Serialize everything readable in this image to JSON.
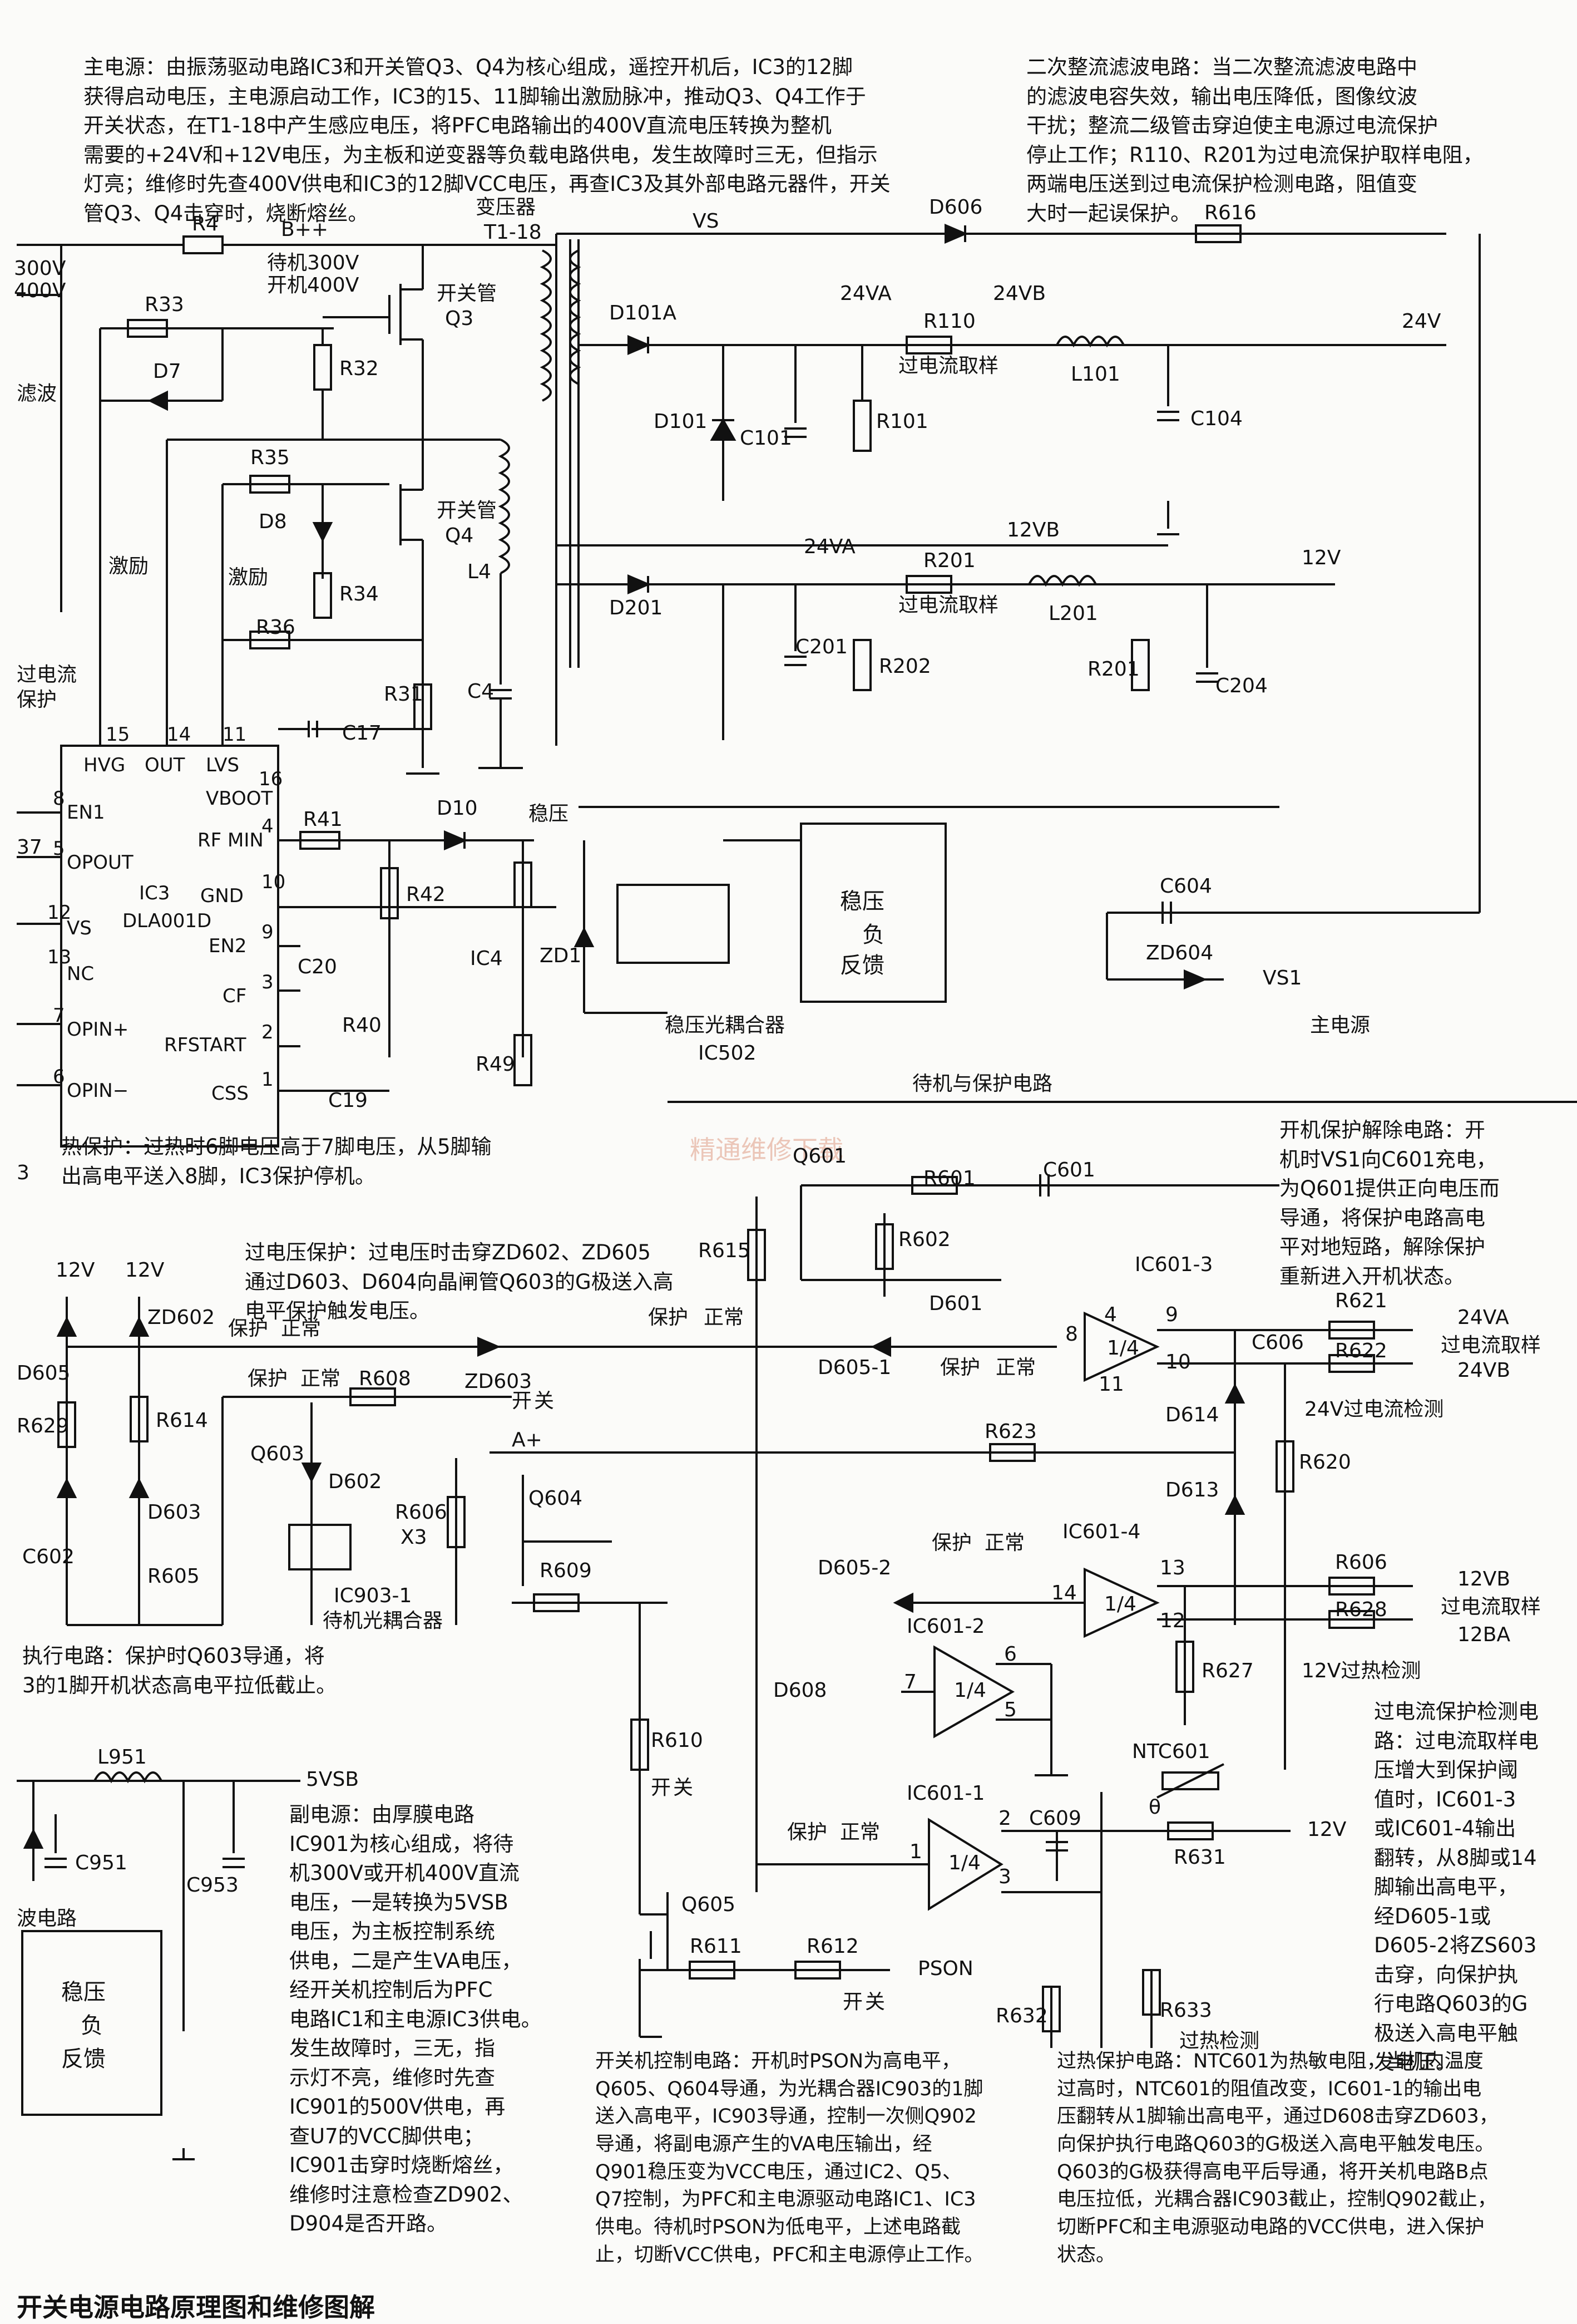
{
  "caption": "开关电源电路原理图和维修图解",
  "watermark": "精通维修下载",
  "notes": {
    "main_power": [
      "主电源：由振荡驱动电路IC3和开关管Q3、Q4为核心组成，遥控开机后，IC3的12脚",
      "获得启动电压，主电源启动工作，IC3的15、11脚输出激励脉冲，推动Q3、Q4工作于",
      "开关状态，在T1-18中产生感应电压，将PFC电路输出的400V直流电压转换为整机",
      "需要的+24V和+12V电压，为主板和逆变器等负载电路供电，发生故障时三无，但指示",
      "灯亮；维修时先查400V供电和IC3的12脚VCC电压，再查IC3及其外部电路元器件，开关",
      "管Q3、Q4击穿时，烧断熔丝。"
    ],
    "secondary_filter": [
      "二次整流滤波电路：当二次整流滤波电路中",
      "的滤波电容失效，输出电压降低，图像纹波",
      "干扰；整流二级管击穿迫使主电源过电流保护",
      "停止工作；R110、R201为过电流保护取样电阻，",
      "两端电压送到过电流保护检测电路，阻值变",
      "大时一起误保护。"
    ],
    "thermal": [
      "热保护：过热时6脚电压高于7脚电压，从5脚输",
      "出高电平送入8脚，IC3保护停机。"
    ],
    "release": [
      "开机保护解除电路：开",
      "机时VS1向C601充电，",
      "为Q601提供正向电压而",
      "导通，将保护电路高电",
      "平对地短路，解除保护",
      "重新进入开机状态。"
    ],
    "overvoltage": [
      "过电压保护：过电压时击穿ZD602、ZD605",
      "通过D603、D604向晶闸管Q603的G极送入高",
      "电平保护触发电压。"
    ],
    "execute": [
      "执行电路：保护时Q603导通，将",
      "3的1脚开机状态高电平拉低截止。"
    ],
    "overcurrent_detect": [
      "过电流保护检测电",
      "路：过电流取样电",
      "压增大到保护阈",
      "值时，IC601-3",
      "或IC601-4输出",
      "翻转，从8脚或14",
      "脚输出高电平，",
      "经D605-1或",
      "D605-2将ZS603",
      "击穿，向保护执",
      "行电路Q603的G",
      "极送入高电平触",
      "发电压。"
    ],
    "sub_power": [
      "副电源：由厚膜电路",
      "IC901为核心组成，将待",
      "机300V或开机400V直流",
      "电压，一是转换为5VSB",
      "电压，为主板控制系统",
      "供电，二是产生VA电压，",
      "经开关机控制后为PFC",
      "电路IC1和主电源IC3供电。",
      "发生故障时，三无，指",
      "示灯不亮，维修时先查",
      "IC901的500V供电，再",
      "查U7的VCC脚供电；",
      "IC901击穿时烧断熔丝，",
      "维修时注意检查ZD902、",
      "D904是否开路。"
    ],
    "switch_ctrl": [
      "开关机控制电路：开机时PSON为高电平，",
      "Q605、Q604导通，为光耦合器IC903的1脚",
      "送入高电平，IC903导通，控制一次侧Q902",
      "导通，将副电源产生的VA电压输出，经",
      "Q901稳压变为VCC电压，通过IC2、Q5、",
      "Q7控制，为PFC和主电源驱动电路IC1、IC3",
      "供电。待机时PSON为低电平，上述电路截",
      "止，切断VCC供电，PFC和主电源停止工作。"
    ],
    "overheat": [
      "过热保护电路：NTC601为热敏电阻，当机内温度",
      "过高时，NTC601的阻值改变，IC601-1的输出电",
      "压翻转从1脚输出高电平，通过D608击穿ZD603，",
      "向保护执行电路Q603的G极送入高电平触发电压。",
      "Q603的G极获得高电平后导通，将开关机电路B点",
      "电压拉低，光耦合器IC903截止，控制Q902截止，",
      "切断PFC和主电源驱动电路的VCC供电，进入保护",
      "状态。"
    ]
  },
  "ic3": {
    "name": "IC3",
    "model": "DLA001D",
    "left_pins": [
      [
        "EN1",
        "8"
      ],
      [
        "OPOUT",
        "5"
      ],
      [
        "VS",
        "12"
      ],
      [
        "NC",
        "13"
      ],
      [
        "OPIN+",
        "7"
      ],
      [
        "OPIN−",
        "6"
      ]
    ],
    "right_pins": [
      [
        "VBOOT",
        "16"
      ],
      [
        "RF MIN",
        "4"
      ],
      [
        "GND",
        "10"
      ],
      [
        "EN2",
        "9"
      ],
      [
        "CF",
        "3"
      ],
      [
        "RFSTART",
        "2"
      ],
      [
        "CSS",
        "1"
      ]
    ],
    "top_pins": [
      [
        "HVG",
        "15"
      ],
      [
        "OUT",
        "14"
      ],
      [
        "LVS",
        "11"
      ]
    ]
  },
  "labels": {
    "in_v": "300V",
    "in_v2": "400V",
    "lvbo": "滤波",
    "r4": "R4",
    "bpp": "B++",
    "standby": "待机300V",
    "poweron": "开机400V",
    "q3": "开关管",
    "q3n": "Q3",
    "q4": "开关管",
    "q4n": "Q4",
    "r33": "R33",
    "d7": "D7",
    "r32": "R32",
    "r35": "R35",
    "d8": "D8",
    "r34": "R34",
    "r36": "R36",
    "jili1": "激励",
    "jili2": "激励",
    "l4": "L4",
    "c4": "C4",
    "r31": "R31",
    "c17": "C17",
    "oc1": "过电流",
    "oc2": "保护",
    "n37": "37",
    "n3": "3",
    "r41": "R41",
    "d10": "D10",
    "wy": "稳压",
    "r42": "R42",
    "c20": "C20",
    "ic4": "IC4",
    "zd1": "ZD1",
    "r40": "R40",
    "c19": "C19",
    "r49": "R49",
    "optocoupler": "稳压光耦合器",
    "ic502": "IC502",
    "fb1": "稳压",
    "fb2": "负",
    "fb3": "反馈",
    "trans": "变压器",
    "t118": "T1-18",
    "vs": "VS",
    "d606": "D606",
    "r616": "R616",
    "v24va": "24VA",
    "v24vb": "24VB",
    "d101a": "D101A",
    "r110": "R110",
    "ocs1": "过电流取样",
    "l101": "L101",
    "v24": "24V",
    "d101": "D101",
    "c101": "C101",
    "r101": "R101",
    "c104": "C104",
    "v24va2": "24VA",
    "v12vb": "12VB",
    "d201": "D201",
    "r201": "R201",
    "ocs2": "过电流取样",
    "l201": "L201",
    "v12": "12V",
    "c201": "C201",
    "r202": "R202",
    "r201b": "R201",
    "c204": "C204",
    "c604": "C604",
    "zd604": "ZD604",
    "vs1": "VS1",
    "mainpower": "主电源",
    "standby_prot": "待机与保护电路",
    "q601": "Q601",
    "r601": "R601",
    "c601": "C601",
    "r615": "R615",
    "r602": "R602",
    "d601": "D601",
    "ic6013": "IC601-3",
    "p9": "9",
    "p8": "8",
    "p4": "4",
    "p10": "10",
    "p11": "11",
    "q14a": "1/4",
    "r621": "R621",
    "v24va3": "24VA",
    "ocs3": "过电流取样",
    "r622": "R622",
    "v24vb3": "24VB",
    "c606": "C606",
    "d614": "D614",
    "oc24": "24V过电流检测",
    "r620": "R620",
    "r623": "R623",
    "d613": "D613",
    "d6051": "D605-1",
    "protect": "保护",
    "normal": "正常",
    "v12a": "12V",
    "v12b": "12V",
    "zd602": "ZD602",
    "zd603": "ZD603",
    "d605": "D605",
    "r629": "R629",
    "r614": "R614",
    "d603": "D603",
    "c602": "C602",
    "r605": "R605",
    "q603": "Q603",
    "r608": "R608",
    "d602": "D602",
    "r606": "R606",
    "x3": "X3",
    "ic9031": "IC903-1",
    "standby_opt": "待机光耦合器",
    "kai": "开",
    "guan": "关",
    "aplus": "A+",
    "q604": "Q604",
    "r609": "R609",
    "ic6014": "IC601-4",
    "p13": "13",
    "p14": "14",
    "p12": "12",
    "q14b": "1/4",
    "d6052": "D605-2",
    "r606b": "R606",
    "v12vb2": "12VB",
    "ocs4": "过电流取样",
    "r628": "R628",
    "v12ba": "12BA",
    "r627": "R627",
    "oh12": "12V过热检测",
    "ic6012": "IC601-2",
    "p6": "6",
    "p7": "7",
    "p5": "5",
    "q14c": "1/4",
    "d608": "D608",
    "l951": "L951",
    "v5vsb": "5VSB",
    "c951": "C951",
    "c953": "C953",
    "lbdl": "波电路",
    "r610": "R610",
    "q605": "Q605",
    "r611": "R611",
    "r612": "R612",
    "pson": "PSON",
    "ic6011": "IC601-1",
    "p2": "2",
    "p1": "1",
    "p3": "3",
    "q14d": "1/4",
    "c609": "C609",
    "ntc601": "NTC601",
    "theta": "θ",
    "r631": "R631",
    "v12c": "12V",
    "r632": "R632",
    "r633": "R633",
    "ohd": "过热检测",
    "fb2_1": "稳压",
    "fb2_2": "负",
    "fb2_3": "反馈"
  }
}
